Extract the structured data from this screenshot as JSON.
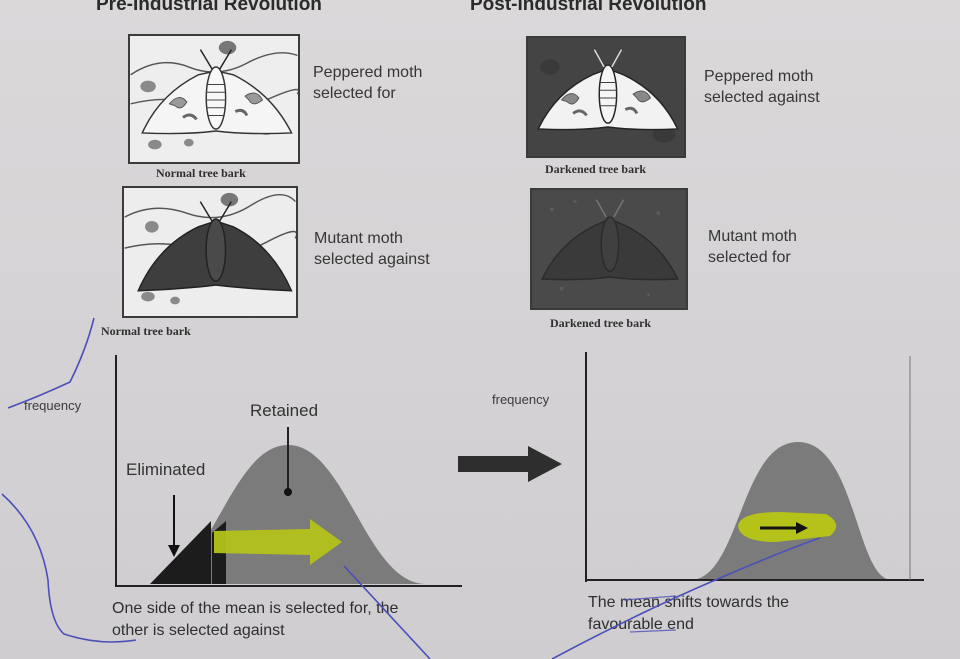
{
  "headings": {
    "left": "Pre-Industrial Revolution",
    "right": "Post-Industrial Revolution"
  },
  "panels": {
    "pre_peppered": {
      "caption": "Normal tree bark",
      "label": "Peppered moth\nselected for"
    },
    "pre_mutant": {
      "caption": "Normal tree bark",
      "label": "Mutant moth\nselected against"
    },
    "post_peppered": {
      "caption": "Darkened tree bark",
      "label": "Peppered moth\nselected against"
    },
    "post_mutant": {
      "caption": "Darkened tree bark",
      "label": "Mutant moth\nselected for"
    }
  },
  "graphs": {
    "left": {
      "y_axis_label": "frequency",
      "retained_label": "Retained",
      "eliminated_label": "Eliminated",
      "caption": "One side of the mean is selected for, the\nother is selected against"
    },
    "right": {
      "y_axis_label": "frequency",
      "caption": "The mean shifts towards the\nfavourable end"
    }
  },
  "colors": {
    "page": "#d6d4d6",
    "curve_fill": "#7b7b7b",
    "eliminated_fill": "#1c1c1c",
    "arrow_green": "#b4c21a",
    "dark_bark": "#3f3f3f",
    "pen_ink": "#4b50b8"
  }
}
